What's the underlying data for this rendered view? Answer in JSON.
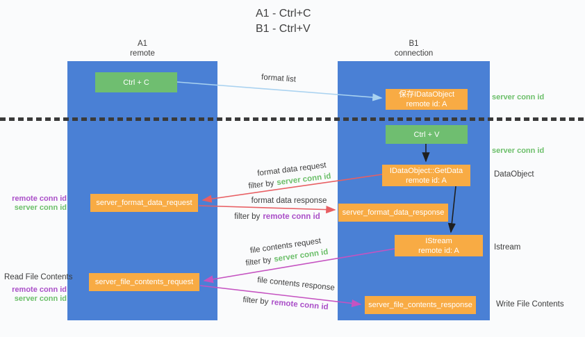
{
  "title": {
    "line1": "A1 - Ctrl+C",
    "line2": "B1 - Ctrl+V"
  },
  "columns": {
    "left": {
      "name": "A1",
      "role": "remote"
    },
    "right": {
      "name": "B1",
      "role": "connection"
    }
  },
  "nodes": {
    "ctrl_c": {
      "label": "Ctrl + C"
    },
    "ctrl_v": {
      "label": "Ctrl + V"
    },
    "save_dataobject": {
      "line1": "保存IDataObject",
      "line2": "remote id: A"
    },
    "getdata": {
      "line1": "IDataObject::GetData",
      "line2": "remote id: A"
    },
    "istream": {
      "line1": "IStream",
      "line2": "remote id: A"
    },
    "server_format_data_request": {
      "label": "server_format_data_request"
    },
    "server_format_data_response": {
      "label": "server_format_data_response"
    },
    "server_file_contents_request": {
      "label": "server_file_contents_request"
    },
    "server_file_contents_response": {
      "label": "server_file_contents_response"
    }
  },
  "labels": {
    "format_list": "format list",
    "format_data_request": "format data request",
    "format_data_response": "format data response",
    "file_contents_request": "file contents request",
    "file_contents_response": "file contents response",
    "filter_by": "filter by",
    "server_conn_id": "server conn id",
    "remote_conn_id": "remote conn id",
    "dataobject": "DataObject",
    "istream": "Istream",
    "read_file_contents": "Read File Contents",
    "write_file_contents": "Write File Contents"
  },
  "colors": {
    "column_blue": "#4a80d5",
    "box_green": "#6fbe70",
    "box_orange": "#f8ab44",
    "text_green": "#6cbf6a",
    "text_purple": "#aa4fc8",
    "arrow_red": "#e85f63",
    "arrow_pink": "#c553c1",
    "arrow_lightblue": "#a9d2f0",
    "arrow_black": "#1f1f1f"
  }
}
